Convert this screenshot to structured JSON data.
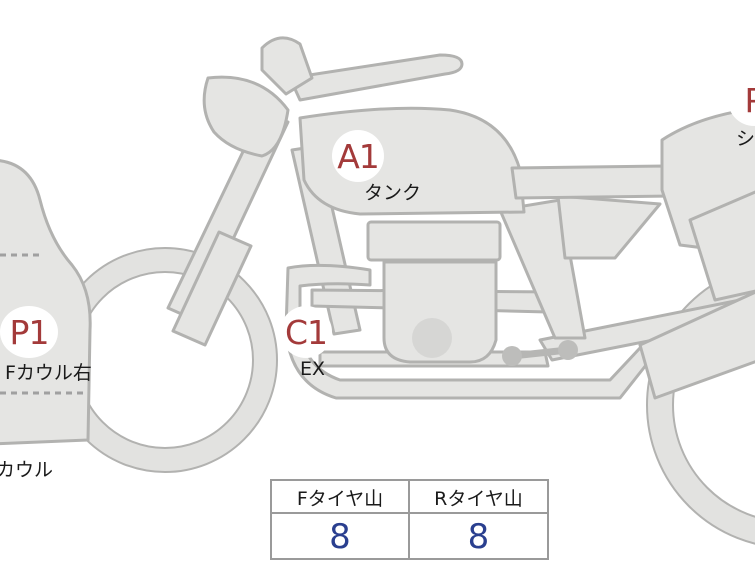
{
  "markers": {
    "a1": {
      "code": "A1",
      "label": "タンク"
    },
    "c1": {
      "code": "C1",
      "label": "EX"
    },
    "p1": {
      "code": "P1",
      "label": "Fカウル右",
      "label2": "カウル"
    },
    "p_right": {
      "code": "P",
      "label": "シ"
    }
  },
  "tire_table": {
    "front_header": "Fタイヤ山",
    "rear_header": "Rタイヤ山",
    "front_value": "8",
    "rear_value": "8"
  },
  "colors": {
    "fill": "#e5e5e3",
    "stroke": "#a9a9a7",
    "marker_text": "#a33a3a",
    "value_text": "#2a3f8f",
    "dashed": "#a0a0a0"
  }
}
